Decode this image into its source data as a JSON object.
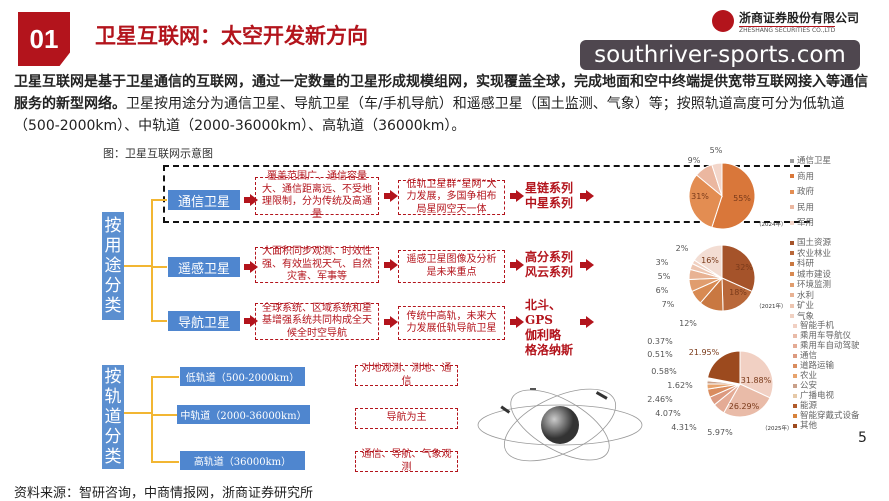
{
  "header": {
    "number": "01",
    "title": "卫星互联网：太空开发新方向",
    "logo_cn": "浙商证券股份有限公司",
    "logo_en": "ZHESHANG SECURITIES CO.,LTD",
    "watermark": "southriver-sports.com"
  },
  "intro": {
    "bold": "卫星互联网是基于卫星通信的互联网，通过一定数量的卫星形成规模组网，实现覆盖全球，完成地面和空中终端提供宽带互联网接入等通信服务的新型网络。",
    "normal": "卫星按用途分为通信卫星、导航卫星（车/手机导航）和遥感卫星（国土监测、气象）等；按照轨道高度可分为低轨道（500-2000km）、中轨道（2000-36000km）、高轨道（36000km）。"
  },
  "figure": {
    "caption": "图：卫星互联网示意图"
  },
  "by_use": {
    "label": "按用途分类",
    "rows": [
      {
        "type": "通信卫星",
        "desc": "覆盖范围广、通信容量大、通信距离远、不受地理限制，分为传统及高通量",
        "trend": "低轨卫星群“星网”大力发展，多国争相布局星网空天一体",
        "series": [
          "星链系列",
          "中星系列"
        ]
      },
      {
        "type": "遥感卫星",
        "desc": "大面积同步观测、时效性强、有效监视天气、自然灾害、军事等",
        "trend": "遥感卫星图像及分析是未来重点",
        "series": [
          "高分系列",
          "风云系列"
        ]
      },
      {
        "type": "导航卫星",
        "desc": "全球系统、区域系统和星基增强系统共同构成全天候全时空导航",
        "trend": "传统中高轨，未来大力发展低轨导航卫星",
        "series": [
          "北斗、",
          "GPS",
          "伽利略",
          "格洛纳斯"
        ]
      }
    ]
  },
  "by_orbit": {
    "label": "按轨道分类",
    "rows": [
      {
        "orbit": "低轨道（500-2000km）",
        "use": "对地观测、测地、通信"
      },
      {
        "orbit": "中轨道（2000-36000km）",
        "use": "导航为主"
      },
      {
        "orbit": "高轨道（36000km）",
        "use": "通信、导航、气象观测"
      }
    ]
  },
  "chart_data": [
    {
      "type": "pie",
      "note": "（2024年）",
      "legend_title": "通信卫星",
      "categories": [
        "商用",
        "政府",
        "民用",
        "军用"
      ],
      "values": [
        55,
        31,
        9,
        5
      ],
      "labels": [
        "55%",
        "31%",
        "9%",
        "5%"
      ],
      "colors": [
        "#d9773a",
        "#e38d52",
        "#ebb7a0",
        "#f3d6ca"
      ]
    },
    {
      "type": "pie",
      "note": "（2021年）",
      "categories": [
        "国土资源",
        "农业林业",
        "科研",
        "城市建设",
        "环境监测",
        "水利",
        "矿业",
        "气象"
      ],
      "values": [
        32,
        18,
        12,
        7,
        6,
        5,
        3,
        2,
        16
      ],
      "labels": [
        "32%",
        "18%",
        "12%",
        "7%",
        "6%",
        "5%",
        "3%",
        "2%",
        "16%"
      ],
      "colors": [
        "#a5532a",
        "#b9683a",
        "#c97841",
        "#d88a52",
        "#e09d6e",
        "#e8b293",
        "#edc5b0",
        "#f0d1c2",
        "#f3ddd3"
      ]
    },
    {
      "type": "pie",
      "note": "（2025年）",
      "categories": [
        "智能手机",
        "乘用车导航仪",
        "乘用车自动驾驶",
        "通信",
        "道路运输",
        "农业",
        "公安",
        "广播电视",
        "能源",
        "智能穿戴式设备",
        "其他"
      ],
      "values": [
        31.88,
        26.29,
        5.97,
        4.31,
        4.07,
        2.46,
        1.62,
        0.58,
        0.51,
        0.37,
        21.95
      ],
      "labels": [
        "31.88%",
        "26.29%",
        "5.97%",
        "4.31%",
        "4.07%",
        "2.46%",
        "1.62%",
        "0.58%",
        "0.51%",
        "0.37%",
        "21.95%"
      ],
      "colors": [
        "#f1d0c3",
        "#e9bba8",
        "#e4ab95",
        "#dc9a80",
        "#d98c5e",
        "#e7a36d",
        "#c9a08a",
        "#e6c9a8",
        "#b05a2a",
        "#d7823c",
        "#9c4a1e"
      ]
    }
  ],
  "footer": {
    "source": "资料来源：智研咨询，中商情报网，浙商证券研究所",
    "page": "5"
  }
}
